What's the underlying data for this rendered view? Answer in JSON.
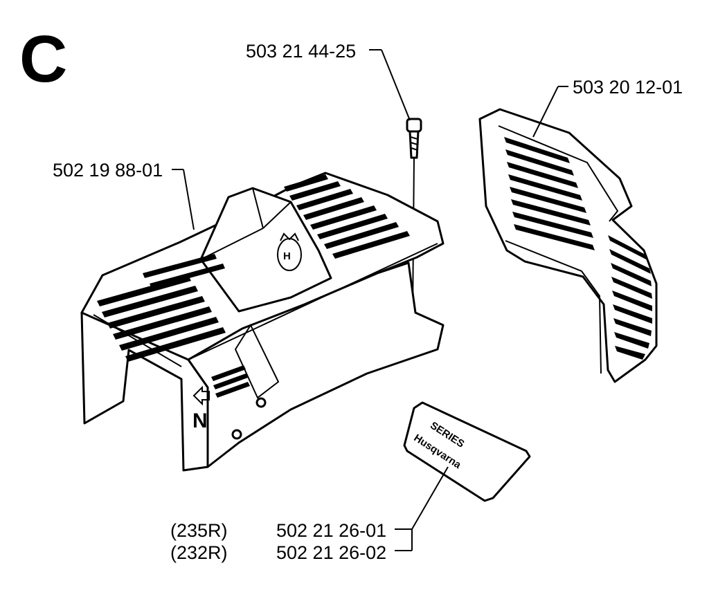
{
  "section_letter": "C",
  "parts": {
    "screw": "503 21 44-25",
    "cover": "502 19 88-01",
    "grille": "503 20 12-01",
    "decal_235r": "502 21 26-01",
    "decal_232r": "502 21 26-02"
  },
  "models": {
    "m235r": "(235R)",
    "m232r": "(232R)"
  },
  "cover_mark": "N",
  "decal_text": {
    "line1": "SERIES",
    "line2": "Husqvarna"
  }
}
